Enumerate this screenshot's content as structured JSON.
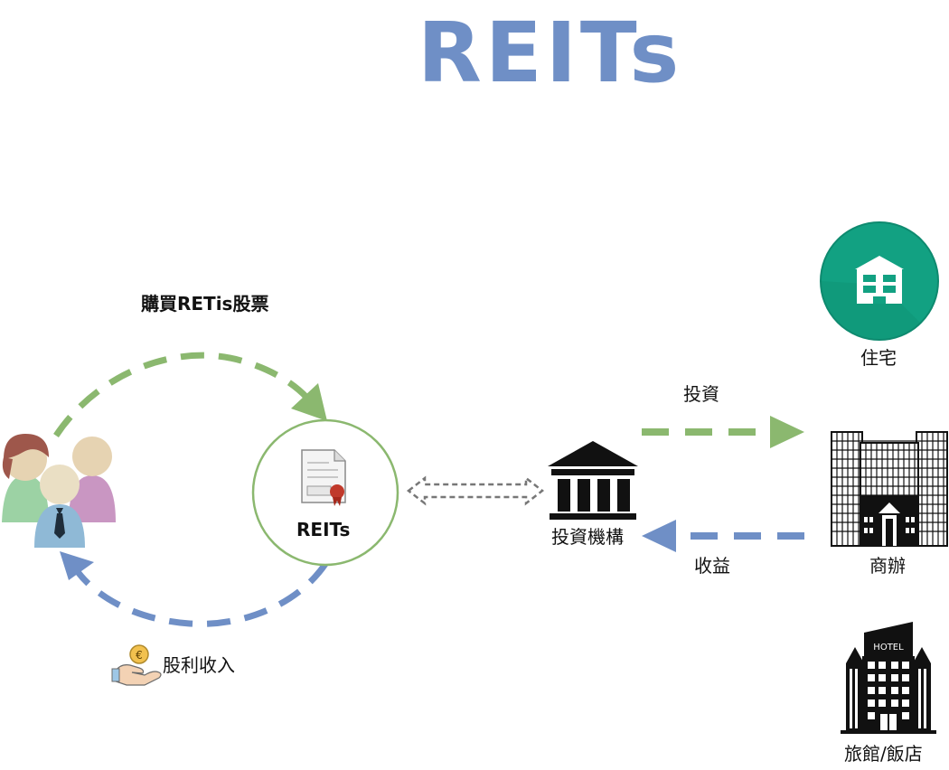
{
  "title": "REITs",
  "labels": {
    "buy_shares": "購買RETis股票",
    "dividend_income": "股利收入",
    "reits_center": "REITs",
    "institution": "投資機構",
    "invest": "投資",
    "returns": "收益",
    "residential": "住宅",
    "commercial": "商辦",
    "hotel": "旅館/飯店",
    "hotel_sign": "HOTEL"
  },
  "colors": {
    "title": "#6f8fc6",
    "green_arrow": "#8bb86f",
    "blue_arrow": "#6f8fc6",
    "ring": "#8bb86f",
    "residential_circle": "#12a182",
    "gray_arrow": "#777777"
  },
  "icons": {
    "investors": "people-group-icon",
    "certificate": "certificate-icon",
    "institution": "bank-building-icon",
    "residential": "house-circle-icon",
    "commercial": "office-building-icon",
    "hotel": "hotel-building-icon",
    "coin_hand": "coin-hand-icon"
  }
}
